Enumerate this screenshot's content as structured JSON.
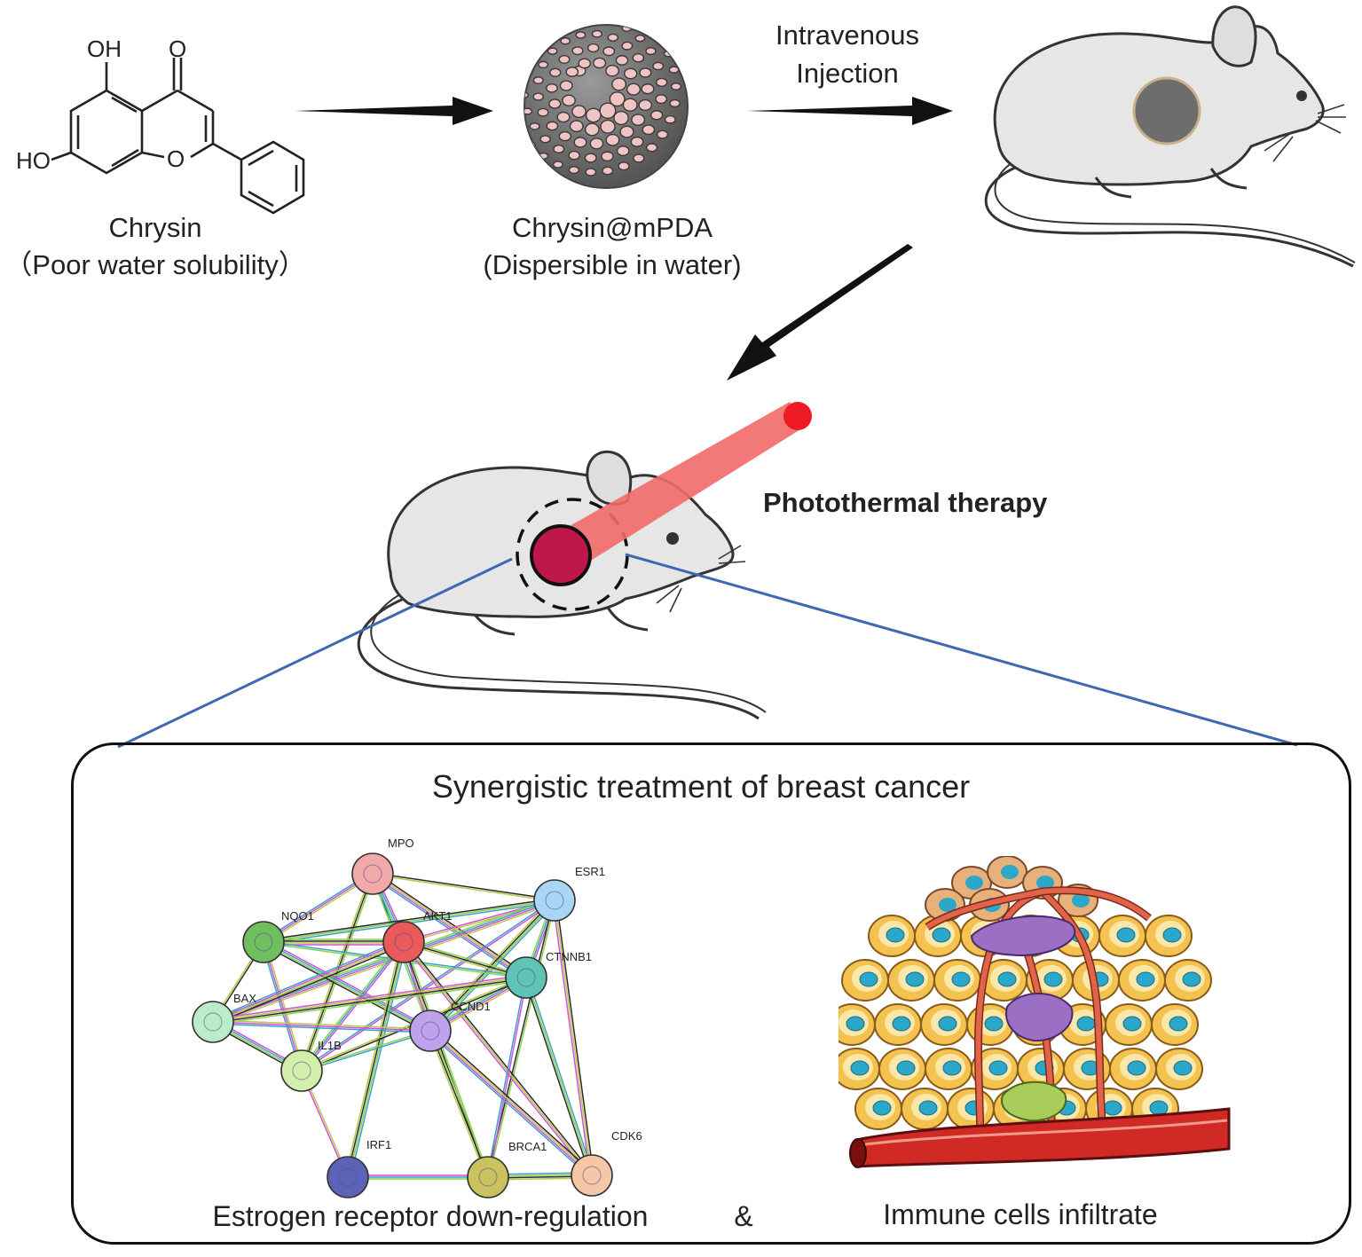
{
  "chrysin": {
    "name": "Chrysin",
    "note": "（Poor water solubility）",
    "atoms": {
      "oh_top": "OH",
      "o_keto": "O",
      "ho_left": "HO",
      "o_ring": "O"
    }
  },
  "nanoparticle": {
    "name": "Chrysin@mPDA",
    "note": "(Dispersible in water)"
  },
  "injection": {
    "line1": "Intravenous",
    "line2": "Injection"
  },
  "therapy": {
    "label": "Photothermal therapy"
  },
  "panel": {
    "title": "Synergistic treatment of breast cancer",
    "left_caption": "Estrogen receptor down-regulation",
    "amp": "&",
    "right_caption": "Immune cells infiltrate"
  },
  "network": {
    "nodes": [
      {
        "id": "MPO",
        "label": "MPO",
        "color": "#f2a9a9"
      },
      {
        "id": "ESR1",
        "label": "ESR1",
        "color": "#a9d6f5"
      },
      {
        "id": "NQO1",
        "label": "NQO1",
        "color": "#6fbf5e"
      },
      {
        "id": "AKT1",
        "label": "AKT1",
        "color": "#ea5a5a"
      },
      {
        "id": "CTNNB1",
        "label": "CTNNB1",
        "color": "#5ec4b6"
      },
      {
        "id": "BAX",
        "label": "BAX",
        "color": "#b9ecc9"
      },
      {
        "id": "CCND1",
        "label": "CCND1",
        "color": "#bca3ec"
      },
      {
        "id": "IL1B",
        "label": "IL1B",
        "color": "#d3efab"
      },
      {
        "id": "IRF1",
        "label": "IRF1",
        "color": "#5b63b7"
      },
      {
        "id": "BRCA1",
        "label": "BRCA1",
        "color": "#c9c25e"
      },
      {
        "id": "CDK6",
        "label": "CDK6",
        "color": "#f5c7a6"
      }
    ],
    "edges": [
      [
        "MPO",
        "ESR1"
      ],
      [
        "MPO",
        "NQO1"
      ],
      [
        "MPO",
        "AKT1"
      ],
      [
        "MPO",
        "CCND1"
      ],
      [
        "MPO",
        "IL1B"
      ],
      [
        "MPO",
        "CTNNB1"
      ],
      [
        "ESR1",
        "AKT1"
      ],
      [
        "ESR1",
        "CTNNB1"
      ],
      [
        "ESR1",
        "CCND1"
      ],
      [
        "ESR1",
        "BRCA1"
      ],
      [
        "ESR1",
        "CDK6"
      ],
      [
        "ESR1",
        "BAX"
      ],
      [
        "ESR1",
        "IL1B"
      ],
      [
        "ESR1",
        "NQO1"
      ],
      [
        "NQO1",
        "AKT1"
      ],
      [
        "NQO1",
        "BAX"
      ],
      [
        "NQO1",
        "IL1B"
      ],
      [
        "NQO1",
        "CCND1"
      ],
      [
        "NQO1",
        "CTNNB1"
      ],
      [
        "AKT1",
        "CTNNB1"
      ],
      [
        "AKT1",
        "BAX"
      ],
      [
        "AKT1",
        "CCND1"
      ],
      [
        "AKT1",
        "IL1B"
      ],
      [
        "AKT1",
        "IRF1"
      ],
      [
        "AKT1",
        "BRCA1"
      ],
      [
        "AKT1",
        "CDK6"
      ],
      [
        "CTNNB1",
        "CCND1"
      ],
      [
        "CTNNB1",
        "BRCA1"
      ],
      [
        "CTNNB1",
        "CDK6"
      ],
      [
        "CTNNB1",
        "BAX"
      ],
      [
        "CTNNB1",
        "IL1B"
      ],
      [
        "BAX",
        "CCND1"
      ],
      [
        "BAX",
        "IL1B"
      ],
      [
        "CCND1",
        "IL1B"
      ],
      [
        "CCND1",
        "BRCA1"
      ],
      [
        "CCND1",
        "CDK6"
      ],
      [
        "IL1B",
        "IRF1"
      ],
      [
        "IRF1",
        "BRCA1"
      ],
      [
        "BRCA1",
        "CDK6"
      ]
    ]
  },
  "colors": {
    "arrow": "#111111",
    "tumor_dark": "#6d6d6d",
    "tumor_red": "#c0174a",
    "laser": "#f26a6a",
    "laser_dot": "#ee1b24",
    "zoom_line": "#3f67b4",
    "mouse_body": "#e6e6e6"
  }
}
